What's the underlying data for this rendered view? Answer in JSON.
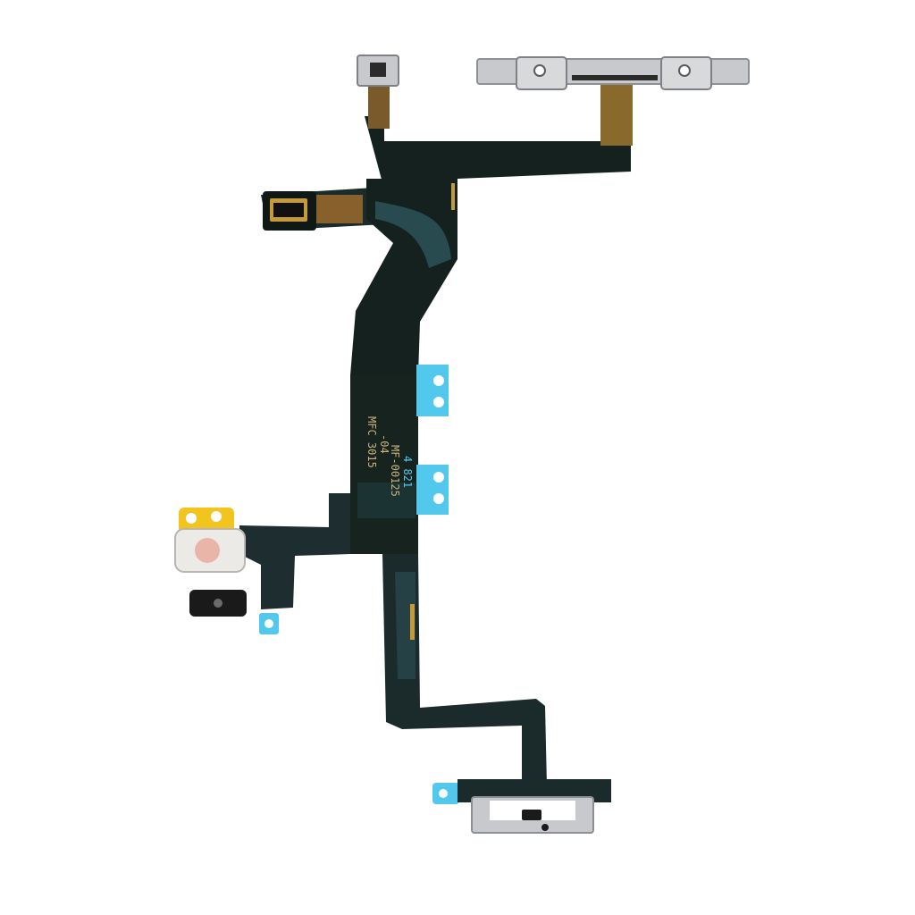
{
  "photo": {
    "subject": "flex-cable",
    "background": "#ffffff",
    "colors": {
      "flex_dark": "#15211e",
      "flex_teal": "#1f3a3f",
      "flex_edge": "#0c1412",
      "copper": "#9a6a2c",
      "gold": "#c49a3a",
      "steel": "#c7c9cc",
      "steel_dark": "#8d9094",
      "tape_blue": "#52c8ec",
      "tape_yellow": "#f2c51e",
      "white_cap": "#eceae6"
    },
    "markings": {
      "line1": "MFC 3015",
      "line2": "-04",
      "line3": "MF-00125",
      "line4": "4 821"
    }
  }
}
